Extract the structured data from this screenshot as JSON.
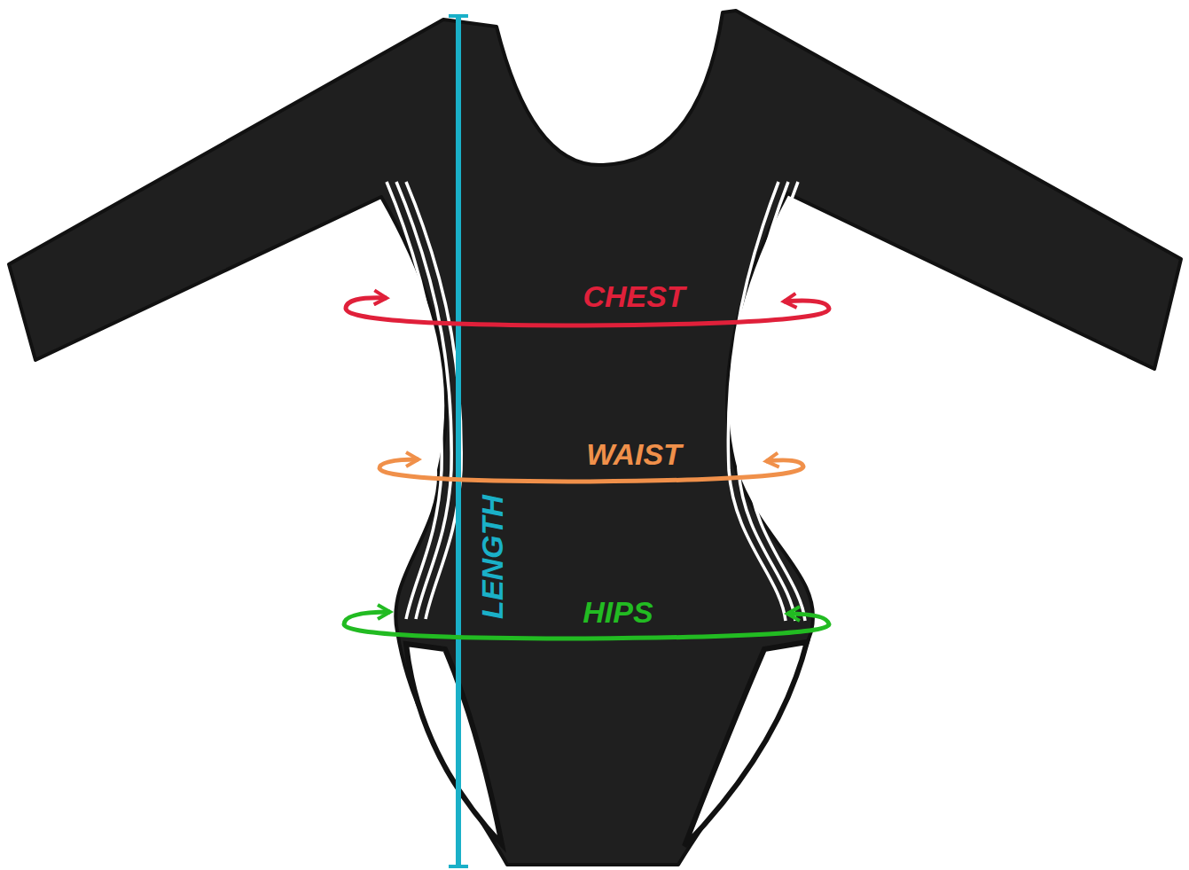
{
  "diagram": {
    "labels": [
      "CHEST",
      "WAIST",
      "HIPS",
      "LENGTH"
    ]
  }
}
